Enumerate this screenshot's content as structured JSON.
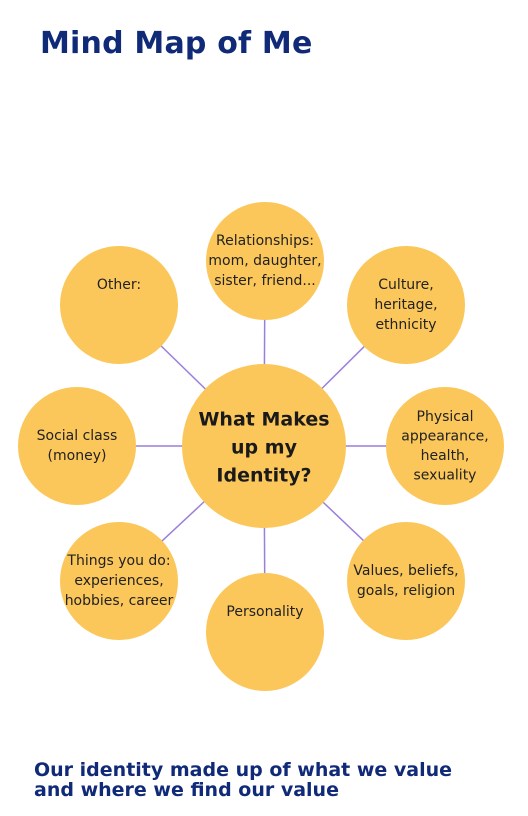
{
  "title": "Mind Map of Me",
  "footer": "Our identity made up of what we value and where we find our value",
  "colors": {
    "title": "#102a78",
    "node_fill": "#fbc75a",
    "connector": "#9b7fd9",
    "text": "#222222"
  },
  "center": {
    "lines": [
      "What Makes",
      "up my",
      "Identity?"
    ]
  },
  "nodes": [
    {
      "id": "relationships",
      "lines": [
        "Relationships:",
        "mom, daughter,",
        "sister, friend..."
      ]
    },
    {
      "id": "culture",
      "lines": [
        "Culture,",
        "heritage,",
        "ethnicity"
      ]
    },
    {
      "id": "physical",
      "lines": [
        "Physical",
        "appearance,",
        "health,",
        "sexuality"
      ]
    },
    {
      "id": "values",
      "lines": [
        "Values, beliefs,",
        "goals, religion"
      ]
    },
    {
      "id": "personality",
      "lines": [
        "Personality"
      ]
    },
    {
      "id": "things",
      "lines": [
        "Things you do:",
        "experiences,",
        "hobbies, career"
      ]
    },
    {
      "id": "social",
      "lines": [
        "Social class",
        "(money)"
      ]
    },
    {
      "id": "other",
      "lines": [
        "Other:"
      ]
    }
  ]
}
